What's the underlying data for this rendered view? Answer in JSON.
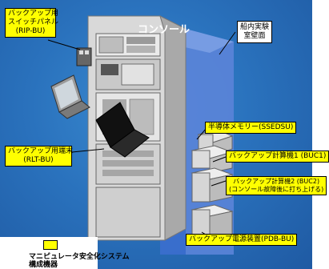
{
  "labels": {
    "rip_bu": [
      "バックアップ用",
      "スイッチパネル",
      "(RIP-BU)"
    ],
    "console": "コンソール",
    "wall": [
      "船内実験",
      "室壁面"
    ],
    "rlt_bu": [
      "バックアップ用端末",
      "(RLT-BU)"
    ],
    "ssedsu": "半導体メモリー(SSEDSU)",
    "buc1": "バックアップ計算機1 (BUC1)",
    "buc2": [
      "バックアップ計算機2 (BUC2)",
      "(コンソール故障後に打ち上げる)"
    ],
    "pdb_bu": "バックアップ電源装置(PDB-BU)"
  },
  "legend": {
    "title": [
      "マニピュレータ安全化システム",
      "構成機器"
    ],
    "swatch_color": "#ffff00"
  },
  "colors": {
    "background": "#2a72bd",
    "label_fill": "#ffff00",
    "wall_fill": "#5b84d8",
    "console_frame": "#cfcfcf"
  }
}
